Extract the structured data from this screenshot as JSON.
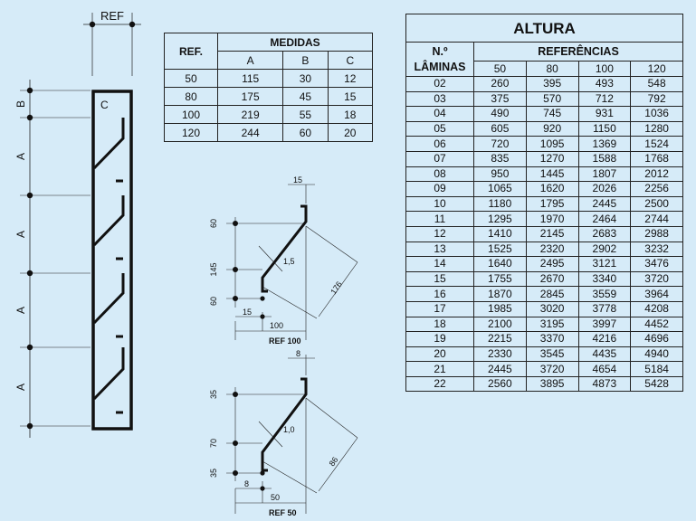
{
  "left_drawing": {
    "ref_label": "REF",
    "c_label": "C",
    "b_label": "B",
    "a_labels": [
      "A",
      "A",
      "A",
      "A"
    ]
  },
  "medidas_table": {
    "ref_header": "REF.",
    "group_header": "MEDIDAS",
    "columns": [
      "A",
      "B",
      "C"
    ],
    "rows": [
      {
        "ref": "50",
        "a": "115",
        "b": "30",
        "c": "12"
      },
      {
        "ref": "80",
        "a": "175",
        "b": "45",
        "c": "15"
      },
      {
        "ref": "100",
        "a": "219",
        "b": "55",
        "c": "18"
      },
      {
        "ref": "120",
        "a": "244",
        "b": "60",
        "c": "20"
      }
    ]
  },
  "profile_ref100": {
    "caption": "REF 100",
    "dim_top": "15",
    "dim_60_top": "60",
    "dim_145": "145",
    "dim_60_bottom": "60",
    "dim_thickness": "1,5",
    "dim_diagonal": "176",
    "dim_lip": "15",
    "dim_width": "100"
  },
  "profile_ref50": {
    "caption": "REF 50",
    "dim_top": "8",
    "dim_35_top": "35",
    "dim_70": "70",
    "dim_35_bottom": "35",
    "dim_thickness": "1,0",
    "dim_diagonal": "86",
    "dim_lip": "8",
    "dim_width": "50"
  },
  "altura_table": {
    "title": "ALTURA",
    "lamina_header": [
      "N.º",
      "LÂMINAS"
    ],
    "group_header": "REFERÊNCIAS",
    "columns": [
      "50",
      "80",
      "100",
      "120"
    ],
    "rows": [
      {
        "n": "02",
        "v": [
          "260",
          "395",
          "493",
          "548"
        ]
      },
      {
        "n": "03",
        "v": [
          "375",
          "570",
          "712",
          "792"
        ]
      },
      {
        "n": "04",
        "v": [
          "490",
          "745",
          "931",
          "1036"
        ]
      },
      {
        "n": "05",
        "v": [
          "605",
          "920",
          "1150",
          "1280"
        ]
      },
      {
        "n": "06",
        "v": [
          "720",
          "1095",
          "1369",
          "1524"
        ]
      },
      {
        "n": "07",
        "v": [
          "835",
          "1270",
          "1588",
          "1768"
        ]
      },
      {
        "n": "08",
        "v": [
          "950",
          "1445",
          "1807",
          "2012"
        ]
      },
      {
        "n": "09",
        "v": [
          "1065",
          "1620",
          "2026",
          "2256"
        ]
      },
      {
        "n": "10",
        "v": [
          "1180",
          "1795",
          "2445",
          "2500"
        ]
      },
      {
        "n": "11",
        "v": [
          "1295",
          "1970",
          "2464",
          "2744"
        ]
      },
      {
        "n": "12",
        "v": [
          "1410",
          "2145",
          "2683",
          "2988"
        ]
      },
      {
        "n": "13",
        "v": [
          "1525",
          "2320",
          "2902",
          "3232"
        ]
      },
      {
        "n": "14",
        "v": [
          "1640",
          "2495",
          "3121",
          "3476"
        ]
      },
      {
        "n": "15",
        "v": [
          "1755",
          "2670",
          "3340",
          "3720"
        ]
      },
      {
        "n": "16",
        "v": [
          "1870",
          "2845",
          "3559",
          "3964"
        ]
      },
      {
        "n": "17",
        "v": [
          "1985",
          "3020",
          "3778",
          "4208"
        ]
      },
      {
        "n": "18",
        "v": [
          "2100",
          "3195",
          "3997",
          "4452"
        ]
      },
      {
        "n": "19",
        "v": [
          "2215",
          "3370",
          "4216",
          "4696"
        ]
      },
      {
        "n": "20",
        "v": [
          "2330",
          "3545",
          "4435",
          "4940"
        ]
      },
      {
        "n": "21",
        "v": [
          "2445",
          "3720",
          "4654",
          "5184"
        ]
      },
      {
        "n": "22",
        "v": [
          "2560",
          "3895",
          "4873",
          "5428"
        ]
      }
    ]
  }
}
